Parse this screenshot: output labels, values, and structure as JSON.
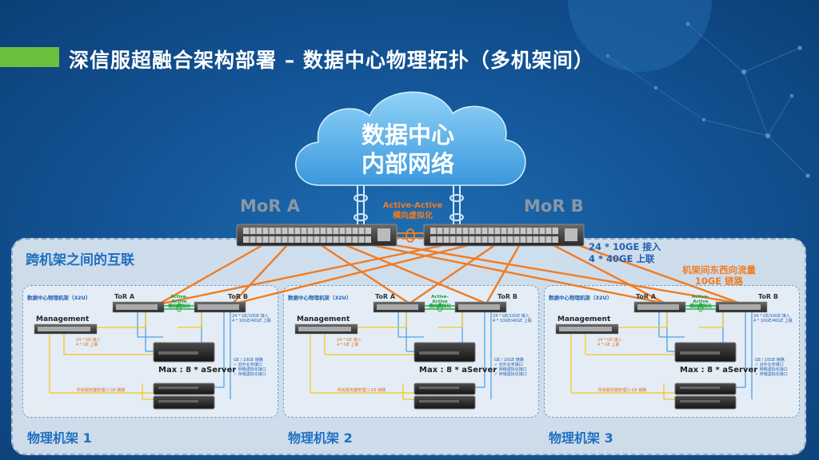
{
  "title": "深信服超融合架构部署 – 数据中心物理拓扑（多机架间）",
  "cloud": {
    "line1": "数据中心",
    "line2": "内部网络"
  },
  "core": {
    "mor_a": "MoR A",
    "mor_b": "MoR B",
    "active_active_line1": "Active-Active",
    "active_active_line2": "横向虚拟化"
  },
  "cross_rack_title": "跨机架之间的互联",
  "uplink": {
    "line1": "24 * 10GE  接入",
    "line2": "4  *  40GE  上联"
  },
  "east_west": {
    "line1": "机架间东西向流量",
    "line2": "10GE  链路"
  },
  "rack_common": {
    "rack_title": "数据中心物理机架（32U）",
    "tor_a": "ToR A",
    "tor_b": "ToR B",
    "aa_line1": "Active-Active",
    "aa_line2": "横向虚拟化",
    "management": "Management",
    "tor_uplink_line1": "24 * GE/10GE  接入",
    "tor_uplink_line2": "4 * 10GE/40GE  上联",
    "mgmt_uplink_line1": "24 * GE  接入",
    "mgmt_uplink_line2": "4 * GE  上联",
    "server_links_title": "GE / 10GE  链路",
    "server_link_1": "✓ 对外业务接口",
    "server_link_2": "✓ 网络虚拟化接口",
    "server_link_3": "✓ 存储虚拟化接口",
    "mgmt_link": "所有服务器管理口 GE  链路",
    "max_label": "Max : 8 * aServer"
  },
  "racks": [
    {
      "name": "物理机架 1"
    },
    {
      "name": "物理机架 2"
    },
    {
      "name": "物理机架 3"
    }
  ],
  "colors": {
    "accent_green": "#6cbf3c",
    "link_orange": "#f07c22",
    "link_blue": "#4da3e6",
    "label_blue": "#1f6fc1"
  }
}
